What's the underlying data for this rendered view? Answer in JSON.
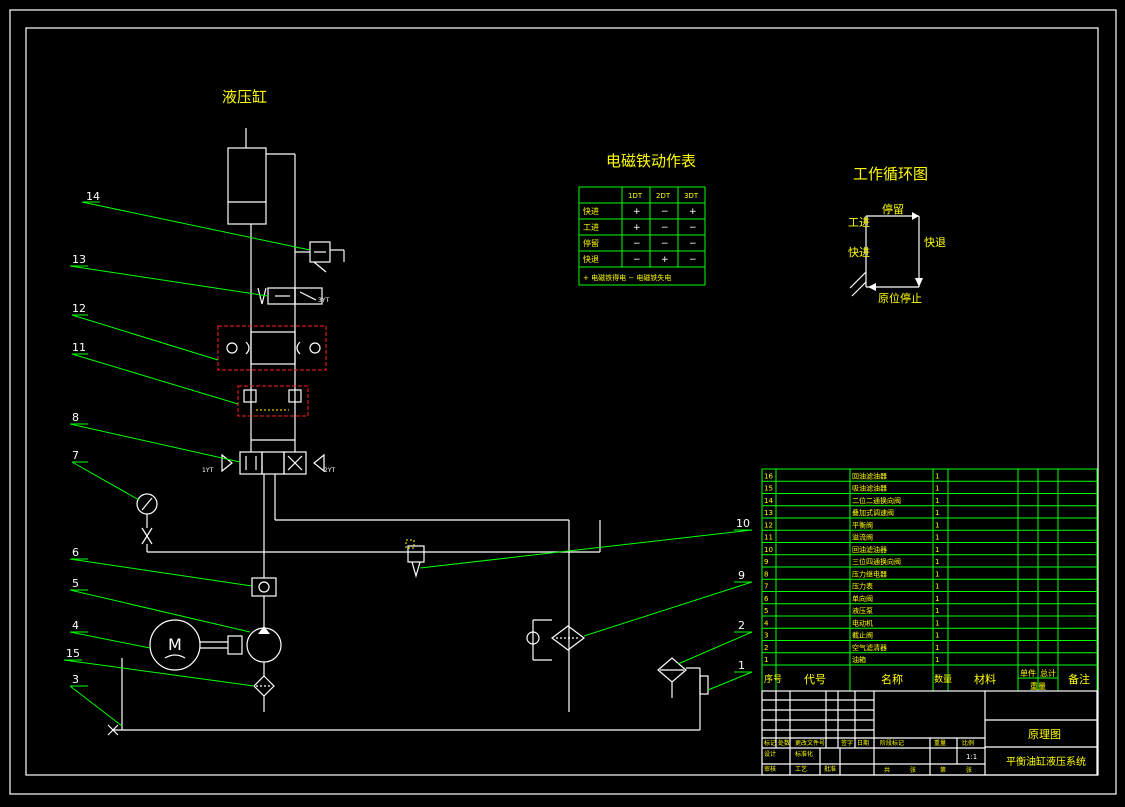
{
  "drawing": {
    "title_cylinder": "液压缸",
    "title_solenoid_table": "电磁铁动作表",
    "title_cycle": "工作循环图"
  },
  "callouts": [
    "14",
    "13",
    "12",
    "11",
    "8",
    "7",
    "6",
    "5",
    "4",
    "15",
    "3",
    "10",
    "9",
    "2",
    "1"
  ],
  "valve_labels": {
    "v13": "3YT",
    "v8_left": "1YT",
    "v8_right": "2YT"
  },
  "solenoid_table": {
    "headers": [
      "",
      "1DT",
      "2DT",
      "3DT"
    ],
    "rows": [
      [
        "快进",
        "+",
        "−",
        "+"
      ],
      [
        "工进",
        "+",
        "−",
        "−"
      ],
      [
        "停留",
        "−",
        "−",
        "−"
      ],
      [
        "快退",
        "−",
        "+",
        "−"
      ]
    ],
    "note": "+ 电磁铁得电    − 电磁铁失电"
  },
  "cycle": {
    "stop": "停留",
    "work_feed": "工进",
    "rapid_in": "快进",
    "rapid_out": "快退",
    "home": "原位停止"
  },
  "parts_list": {
    "rows": [
      [
        "16",
        "",
        "回油滤油器",
        "1"
      ],
      [
        "15",
        "",
        "吸油滤油器",
        "1"
      ],
      [
        "14",
        "",
        "二位二通换向阀",
        "1"
      ],
      [
        "13",
        "",
        "叠加式调速阀",
        "1"
      ],
      [
        "12",
        "",
        "平衡阀",
        "1"
      ],
      [
        "11",
        "",
        "溢流阀",
        "1"
      ],
      [
        "10",
        "",
        "回油滤油器",
        "1"
      ],
      [
        "9",
        "",
        "三位四通换向阀",
        "1"
      ],
      [
        "8",
        "",
        "压力继电器",
        "1"
      ],
      [
        "7",
        "",
        "压力表",
        "1"
      ],
      [
        "6",
        "",
        "单向阀",
        "1"
      ],
      [
        "5",
        "",
        "液压泵",
        "1"
      ],
      [
        "4",
        "",
        "电动机",
        "1"
      ],
      [
        "3",
        "",
        "截止阀",
        "1"
      ],
      [
        "2",
        "",
        "空气滤清器",
        "1"
      ],
      [
        "1",
        "",
        "油箱",
        "1"
      ]
    ],
    "header": {
      "no": "序号",
      "code": "代号",
      "name": "名称",
      "qty": "数量",
      "material": "材料",
      "unit_weight": "单件",
      "total_weight": "总计",
      "weight": "重量",
      "remark": "备注"
    }
  },
  "title_block": {
    "drawing_name": "原理图",
    "product_name": "平衡油缸液压系统",
    "small": [
      "标记",
      "处数",
      "更改文件号",
      "签字",
      "日期",
      "设计",
      "标准化",
      "审核",
      "工艺",
      "批准",
      "阶段标记",
      "重量",
      "比例",
      "共",
      "张",
      "第",
      "张",
      "1:1"
    ]
  }
}
